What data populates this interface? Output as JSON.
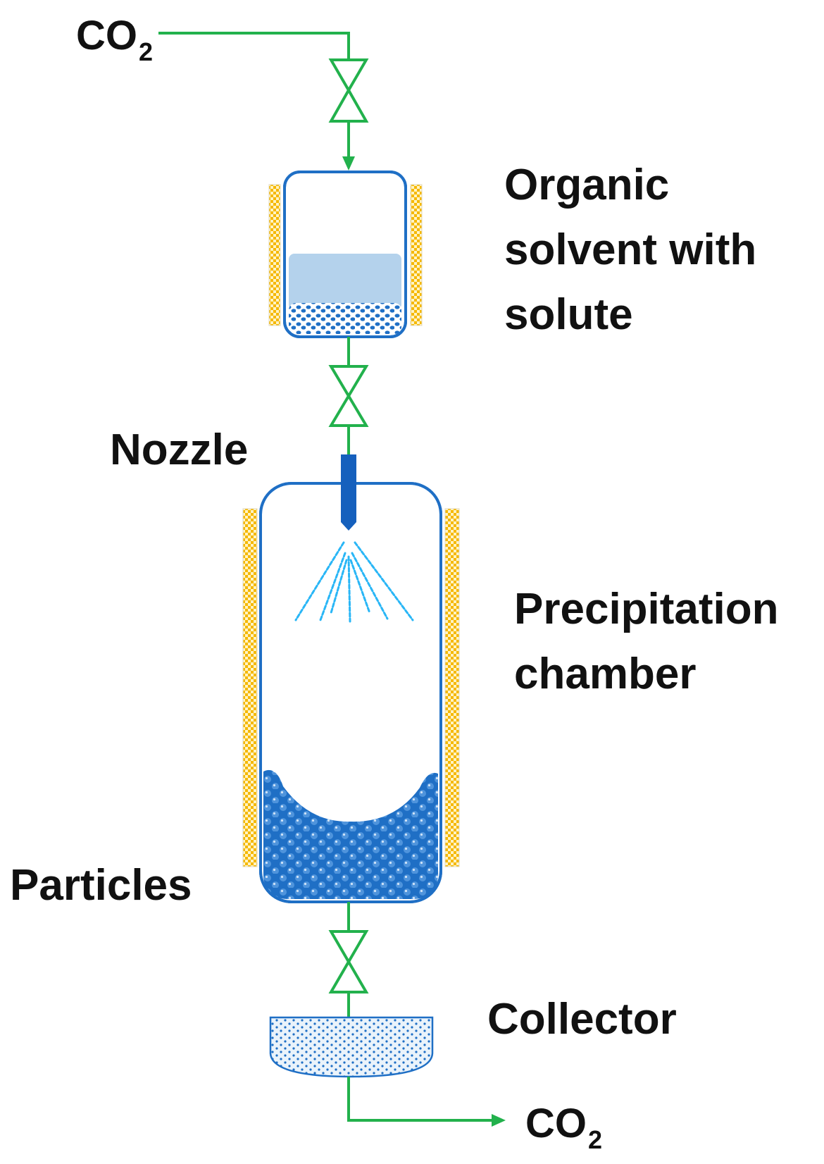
{
  "labels": {
    "co2_in": {
      "main": "CO",
      "sub": "2"
    },
    "organic": [
      "Organic",
      "solvent with",
      "solute"
    ],
    "nozzle": "Nozzle",
    "precipitation": [
      "Precipitation",
      "chamber"
    ],
    "particles": "Particles",
    "collector": "Collector",
    "co2_out": {
      "main": "CO",
      "sub": "2"
    }
  },
  "colors": {
    "pipe": "#22b14c",
    "vessel_outline": "#1f6fc5",
    "heater": "#f5b800",
    "heater_check": "#ffffff",
    "solvent": "#b4d2ec",
    "particles": "#1f6fc5",
    "spray": "#29b6f6",
    "nozzle": "#1560bd"
  },
  "icons": [
    "valve-icon",
    "flow-arrow-icon",
    "spray-jet-icon",
    "heater-jacket-icon"
  ]
}
